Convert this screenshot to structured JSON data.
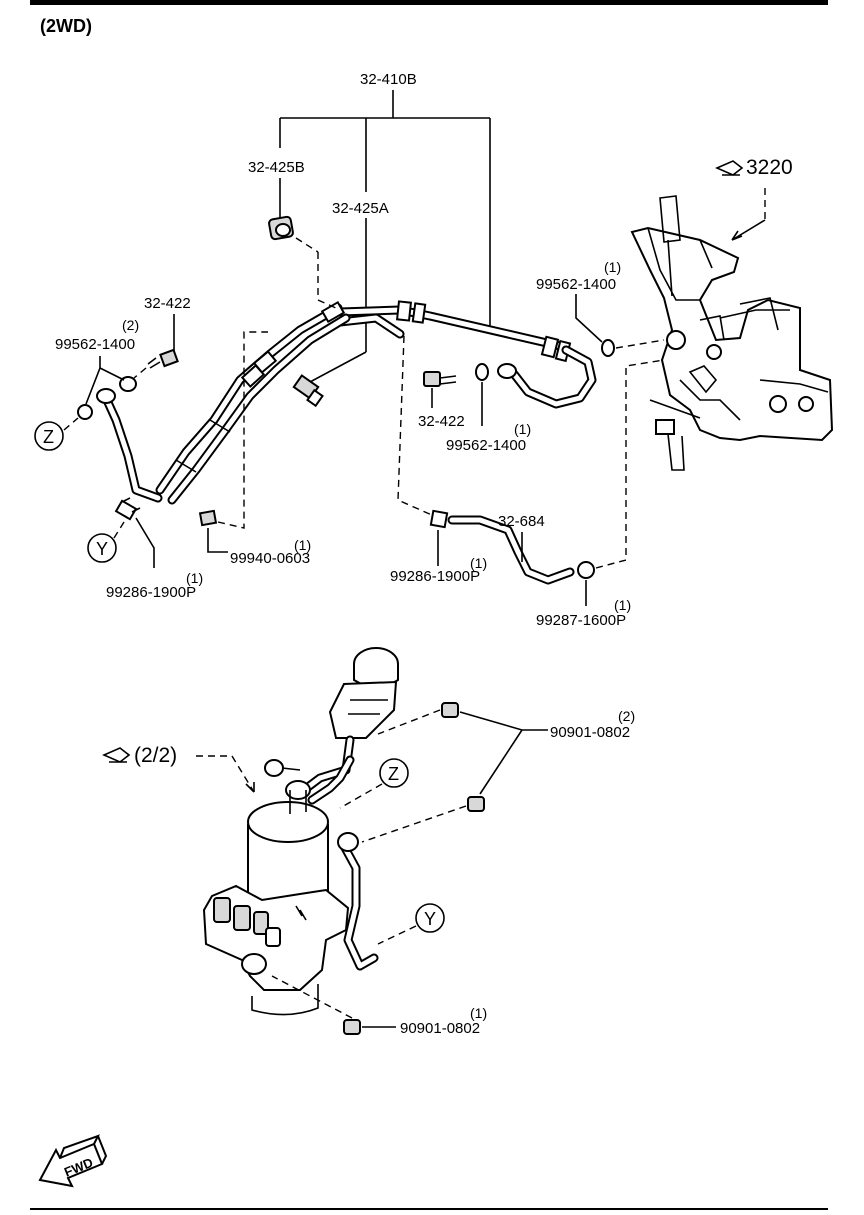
{
  "header": {
    "variant": "(2WD)"
  },
  "references": {
    "steering_ref": "3220",
    "pump_ref": "(2/2)"
  },
  "connectors": {
    "z": "Z",
    "y": "Y"
  },
  "parts": {
    "hose_assy": {
      "code": "32-410B"
    },
    "hose_b": {
      "code": "32-425B"
    },
    "hose_a": {
      "code": "32-425A"
    },
    "bolt_left": {
      "code": "32-422"
    },
    "bolt_mid": {
      "code": "32-422"
    },
    "washer_left": {
      "code": "99562-1400",
      "qty": "(2)"
    },
    "washer_right": {
      "code": "99562-1400",
      "qty": "(1)"
    },
    "washer_mid": {
      "code": "99562-1400",
      "qty": "(1)"
    },
    "clamp_left": {
      "code": "99286-1900P",
      "qty": "(1)"
    },
    "nut_small": {
      "code": "99940-0603",
      "qty": "(1)"
    },
    "return_hose": {
      "code": "32-684"
    },
    "clamp_mid": {
      "code": "99286-1900P",
      "qty": "(1)"
    },
    "clamp_right": {
      "code": "99287-1600P",
      "qty": "(1)"
    },
    "pump_nut_upper": {
      "code": "90901-0802",
      "qty": "(2)"
    },
    "pump_nut_lower": {
      "code": "90901-0802",
      "qty": "(1)"
    }
  },
  "footer": {
    "fwd_label": "FWD"
  }
}
